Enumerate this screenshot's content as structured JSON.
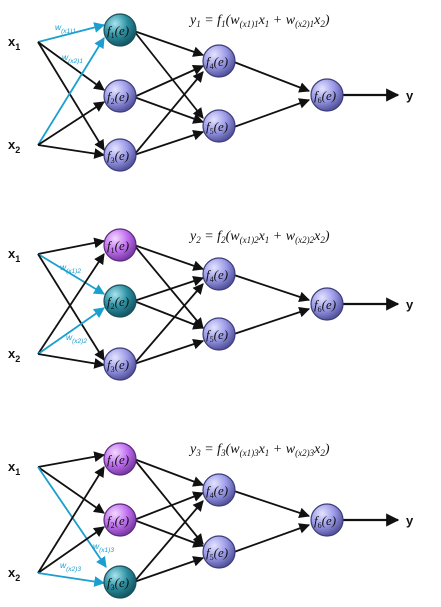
{
  "colors": {
    "edge_default": "#111111",
    "edge_highlight": "#1a9fd0",
    "node_default": "#9a99e6",
    "node_default_stroke": "#3c3c7a",
    "node_active": "#2a8fa0",
    "node_active_stroke": "#1d4f5c",
    "node_source": "#c070f0",
    "node_source_stroke": "#5a2a7a"
  },
  "panels": [
    {
      "equation": {
        "lhs": "y",
        "lhs_sub": "1",
        "eq": " = ",
        "f": "f",
        "f_sub": "1",
        "open": "(",
        "w1": "w",
        "w1_sub": "(x1)1",
        "x1": "x",
        "x1_sub": "1",
        "plus": " + ",
        "w2": "w",
        "w2_sub": "(x2)1",
        "x2": "x",
        "x2_sub": "2",
        "close": ")"
      },
      "inputs": [
        {
          "main": "x",
          "sub": "1"
        },
        {
          "main": "x",
          "sub": "2"
        }
      ],
      "weights": [
        {
          "main": "w",
          "sub": "(x1)1"
        },
        {
          "main": "w",
          "sub": "(x2)1"
        }
      ],
      "nodes": [
        {
          "f": "f",
          "sub": "1",
          "arg": "(e)",
          "state": "active"
        },
        {
          "f": "f",
          "sub": "2",
          "arg": "(e)",
          "state": "default"
        },
        {
          "f": "f",
          "sub": "3",
          "arg": "(e)",
          "state": "default"
        },
        {
          "f": "f",
          "sub": "4",
          "arg": "(e)",
          "state": "default"
        },
        {
          "f": "f",
          "sub": "5",
          "arg": "(e)",
          "state": "default"
        },
        {
          "f": "f",
          "sub": "6",
          "arg": "(e)",
          "state": "default"
        }
      ],
      "output": "y"
    },
    {
      "equation": {
        "lhs": "y",
        "lhs_sub": "2",
        "eq": " = ",
        "f": "f",
        "f_sub": "2",
        "open": "(",
        "w1": "w",
        "w1_sub": "(x1)2",
        "x1": "x",
        "x1_sub": "1",
        "plus": " + ",
        "w2": "w",
        "w2_sub": "(x2)2",
        "x2": "x",
        "x2_sub": "2",
        "close": ")"
      },
      "inputs": [
        {
          "main": "x",
          "sub": "1"
        },
        {
          "main": "x",
          "sub": "2"
        }
      ],
      "weights": [
        {
          "main": "w",
          "sub": "(x1)2"
        },
        {
          "main": "w",
          "sub": "(x2)2"
        }
      ],
      "nodes": [
        {
          "f": "f",
          "sub": "1",
          "arg": "(e)",
          "state": "source"
        },
        {
          "f": "f",
          "sub": "2",
          "arg": "(e)",
          "state": "active"
        },
        {
          "f": "f",
          "sub": "3",
          "arg": "(e)",
          "state": "default"
        },
        {
          "f": "f",
          "sub": "4",
          "arg": "(e)",
          "state": "default"
        },
        {
          "f": "f",
          "sub": "5",
          "arg": "(e)",
          "state": "default"
        },
        {
          "f": "f",
          "sub": "6",
          "arg": "(e)",
          "state": "default"
        }
      ],
      "output": "y"
    },
    {
      "equation": {
        "lhs": "y",
        "lhs_sub": "3",
        "eq": " = ",
        "f": "f",
        "f_sub": "3",
        "open": "(",
        "w1": "w",
        "w1_sub": "(x1)3",
        "x1": "x",
        "x1_sub": "1",
        "plus": " + ",
        "w2": "w",
        "w2_sub": "(x2)3",
        "x2": "x",
        "x2_sub": "2",
        "close": ")"
      },
      "inputs": [
        {
          "main": "x",
          "sub": "1"
        },
        {
          "main": "x",
          "sub": "2"
        }
      ],
      "weights": [
        {
          "main": "w",
          "sub": "(x1)3"
        },
        {
          "main": "w",
          "sub": "(x2)3"
        }
      ],
      "nodes": [
        {
          "f": "f",
          "sub": "1",
          "arg": "(e)",
          "state": "source"
        },
        {
          "f": "f",
          "sub": "2",
          "arg": "(e)",
          "state": "source"
        },
        {
          "f": "f",
          "sub": "3",
          "arg": "(e)",
          "state": "active"
        },
        {
          "f": "f",
          "sub": "4",
          "arg": "(e)",
          "state": "default"
        },
        {
          "f": "f",
          "sub": "5",
          "arg": "(e)",
          "state": "default"
        },
        {
          "f": "f",
          "sub": "6",
          "arg": "(e)",
          "state": "default"
        }
      ],
      "output": "y"
    }
  ]
}
